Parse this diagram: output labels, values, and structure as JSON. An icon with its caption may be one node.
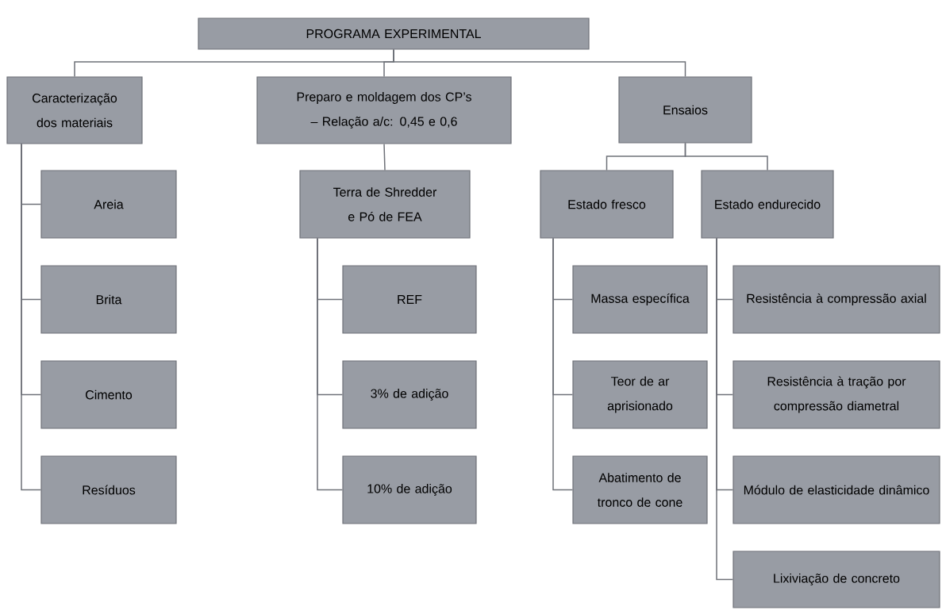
{
  "diagram": {
    "nodes": [
      {
        "text": [
          "PROGRAMA EXPERIMENTAL"
        ]
      },
      {
        "text": [
          "Caracterização dos materiais"
        ]
      },
      {
        "text": [
          "Areia"
        ]
      },
      {
        "text": [
          "Brita"
        ]
      },
      {
        "text": [
          "Cimento"
        ]
      },
      {
        "text": [
          "Resíduos"
        ]
      },
      {
        "text": [
          "Preparo e moldagem dos CP’s – Relação a/c: 0,45 e 0,6"
        ]
      },
      {
        "text": [
          "Terra de Shredder e Pó de FEA"
        ]
      },
      {
        "text": [
          "REF"
        ]
      },
      {
        "text": [
          "3% de adição"
        ]
      },
      {
        "text": [
          "10% de adição"
        ]
      },
      {
        "text": [
          "Ensaios"
        ]
      },
      {
        "text": [
          "Estado fresco"
        ]
      },
      {
        "text": [
          "Estado endurecido"
        ]
      },
      {
        "text": [
          "Massa específica"
        ]
      },
      {
        "text": [
          "Teor de ar aprisionado"
        ]
      },
      {
        "text": [
          "Abatimento de tronco de cone"
        ]
      },
      {
        "text": [
          "Resistência à compressão axial"
        ]
      },
      {
        "text": [
          "Resistência à tração por compressão diametral"
        ]
      },
      {
        "text": [
          "Módulo de elasticidade dinâmico"
        ]
      },
      {
        "text": [
          "Lixiviação de concreto"
        ]
      }
    ],
    "edges": [
      {
        "from": 0,
        "to": 1,
        "arrow": "none"
      },
      {
        "from": 0,
        "to": 6,
        "arrow": "none"
      },
      {
        "from": 0,
        "to": 11,
        "arrow": "none"
      },
      {
        "from": 1,
        "to": 2,
        "arrow": "none"
      },
      {
        "from": 1,
        "to": 3,
        "arrow": "none"
      },
      {
        "from": 1,
        "to": 4,
        "arrow": "none"
      },
      {
        "from": 1,
        "to": 5,
        "arrow": "none"
      },
      {
        "from": 6,
        "to": 7,
        "arrow": "none"
      },
      {
        "from": 7,
        "to": 8,
        "arrow": "none"
      },
      {
        "from": 7,
        "to": 9,
        "arrow": "none"
      },
      {
        "from": 7,
        "to": 10,
        "arrow": "none"
      },
      {
        "from": 11,
        "to": 12,
        "arrow": "none"
      },
      {
        "from": 11,
        "to": 13,
        "arrow": "none"
      },
      {
        "from": 12,
        "to": 14,
        "arrow": "none"
      },
      {
        "from": 12,
        "to": 15,
        "arrow": "none"
      },
      {
        "from": 12,
        "to": 16,
        "arrow": "none"
      },
      {
        "from": 13,
        "to": 17,
        "arrow": "none"
      },
      {
        "from": 13,
        "to": 18,
        "arrow": "none"
      },
      {
        "from": 13,
        "to": 19,
        "arrow": "none"
      },
      {
        "from": 13,
        "to": 20,
        "arrow": "none"
      }
    ]
  }
}
